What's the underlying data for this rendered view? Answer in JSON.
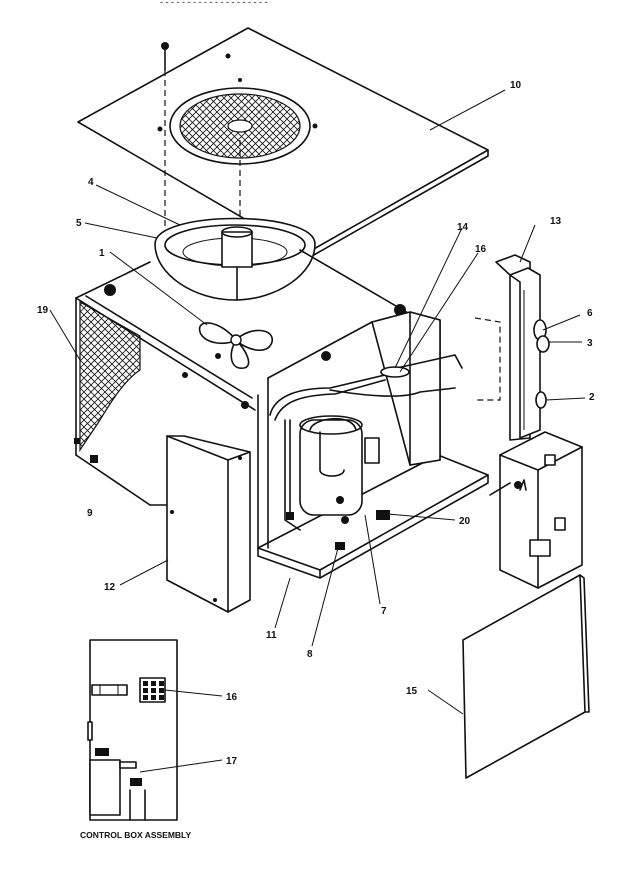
{
  "top_strip": "- - - - - - - - - - - - - - - - - - - -",
  "callouts": {
    "c1": "1",
    "c2": "2",
    "c3": "3",
    "c4": "4",
    "c5": "5",
    "c6": "6",
    "c7": "7",
    "c8": "8",
    "c9": "9",
    "c10": "10",
    "c11": "11",
    "c12": "12",
    "c13": "13",
    "c14": "14",
    "c15": "15",
    "c16a": "16",
    "c16b": "16",
    "c17": "17",
    "c19": "19",
    "c20": "20"
  },
  "caption": "CONTROL BOX ASSEMBLY"
}
